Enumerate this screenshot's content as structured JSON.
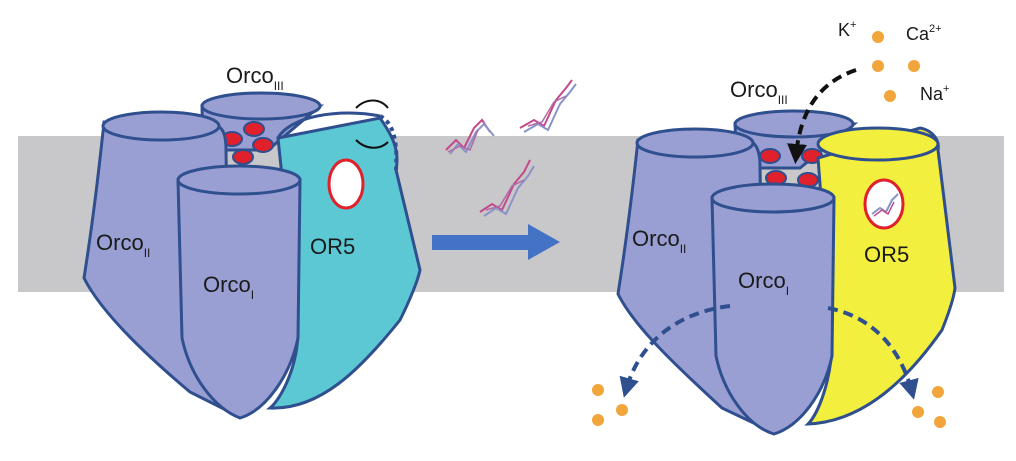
{
  "labels": {
    "orco_base": "Orco",
    "sub_I": "I",
    "sub_II": "II",
    "sub_III": "III",
    "or5": "OR5"
  },
  "ions": {
    "k": "K",
    "k_charge": "+",
    "ca": "Ca",
    "ca_charge": "2+",
    "na": "Na",
    "na_charge": "+"
  },
  "colors": {
    "membrane": "#c8c7c9",
    "orco_fill": "#9a9fd3",
    "outline": "#2f4f8f",
    "or5_closed": "#5cc8d3",
    "or5_open": "#f2ef3e",
    "pore_red": "#e0202a",
    "ion_orange": "#f2a53a",
    "arrow_blue": "#4472c4",
    "pocket_ring": "#e0202a"
  },
  "icons": {
    "odorant": "odorant-molecule-icon",
    "transition_arrow": "arrow-right-icon",
    "ion_flow": "curved-dashed-arrow-icon"
  }
}
